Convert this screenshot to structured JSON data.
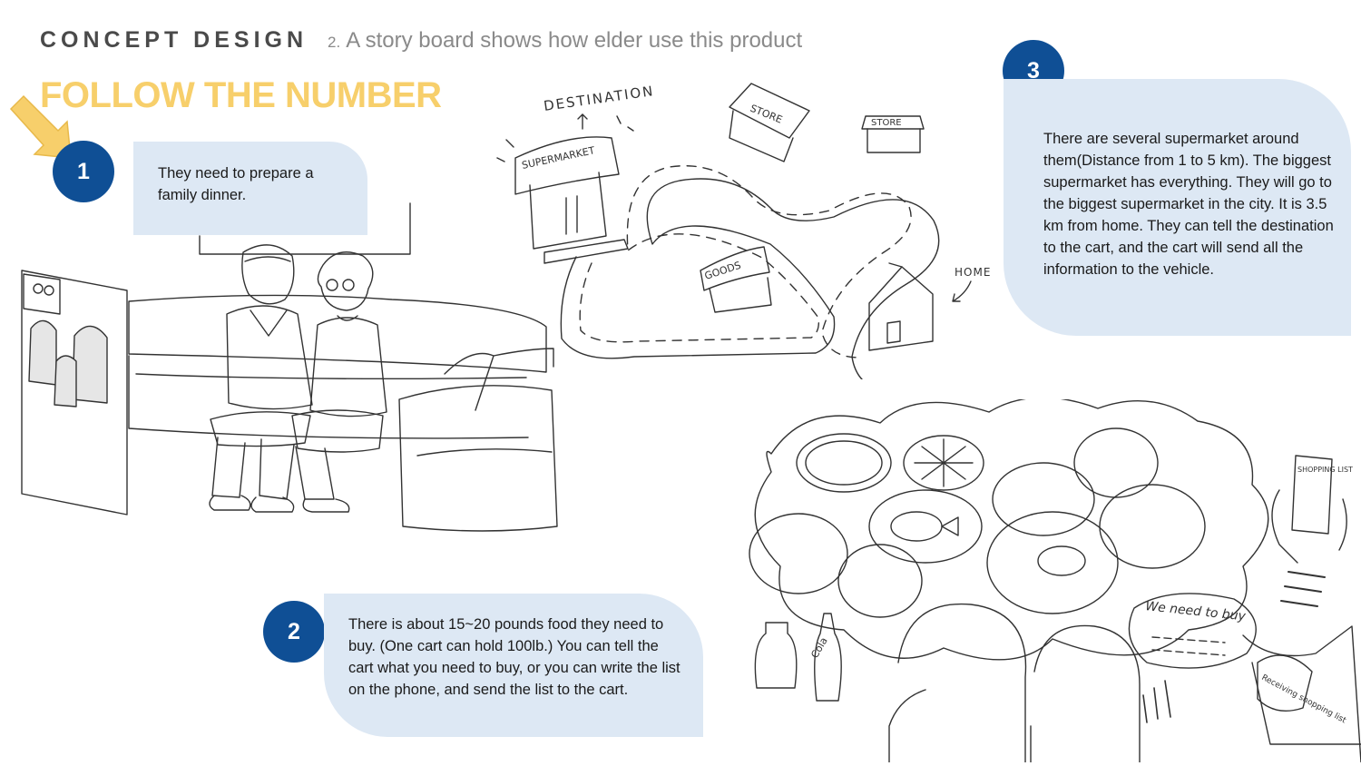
{
  "header": {
    "title": "CONCEPT DESIGN",
    "subtitle_number": "2.",
    "subtitle": "A story board shows how elder use this product"
  },
  "follow_title": "FOLLOW THE NUMBER",
  "colors": {
    "accent_yellow": "#f7cf6b",
    "badge_blue": "#0f4f95",
    "bubble_bg": "#dde8f4"
  },
  "steps": [
    {
      "number": "1",
      "text": "They need to prepare a family dinner."
    },
    {
      "number": "2",
      "text": "There is about 15~20 pounds food they need to buy. (One cart can hold 100lb.) You can tell the cart what you need to buy, or you can write the list on the phone, and send the list to the cart."
    },
    {
      "number": "3",
      "text": "There are several supermarket around them(Distance from 1 to 5 km). The biggest supermarket has everything. They will go to the biggest supermarket in the city. It is 3.5 km from home. They can tell the destination to the cart, and the cart will send all the information to the vehicle."
    }
  ],
  "map_labels": {
    "destination": "DESTINATION",
    "supermarket": "SUPERMARKET",
    "store_1": "STORE",
    "store_2": "STORE",
    "goods": "GOODS",
    "home": "HOME"
  },
  "food_labels": {
    "thought": "We need to buy",
    "shopping_list": "SHOPPING LIST",
    "receiving": "Receiving shopping list",
    "cola": "Cola"
  }
}
